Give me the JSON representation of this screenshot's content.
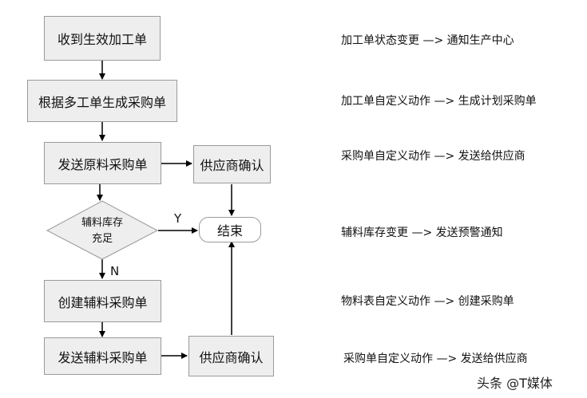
{
  "flow": {
    "receive_order": "收到生效加工单",
    "generate_po": "根据多工单生成采购单",
    "send_raw_po": "发送原料采购单",
    "supplier_confirm_1": "供应商确认",
    "decision_line1": "辅料库存",
    "decision_line2": "充足",
    "yes_label": "Y",
    "no_label": "N",
    "end": "结束",
    "create_aux_po": "创建辅料采购单",
    "send_aux_po": "发送辅料采购单",
    "supplier_confirm_2": "供应商确认"
  },
  "notes": [
    "加工单状态变更 —> 通知生产中心",
    "加工单自定义动作  —> 生成计划采购单",
    "采购单自定义动作 —> 发送给供应商",
    "辅料库存变更 —> 发送预警通知",
    "物料表自定义动作 —> 创建采购单",
    "采购单自定义动作 —> 发送给供应商"
  ],
  "watermark": "头条 @T媒体"
}
